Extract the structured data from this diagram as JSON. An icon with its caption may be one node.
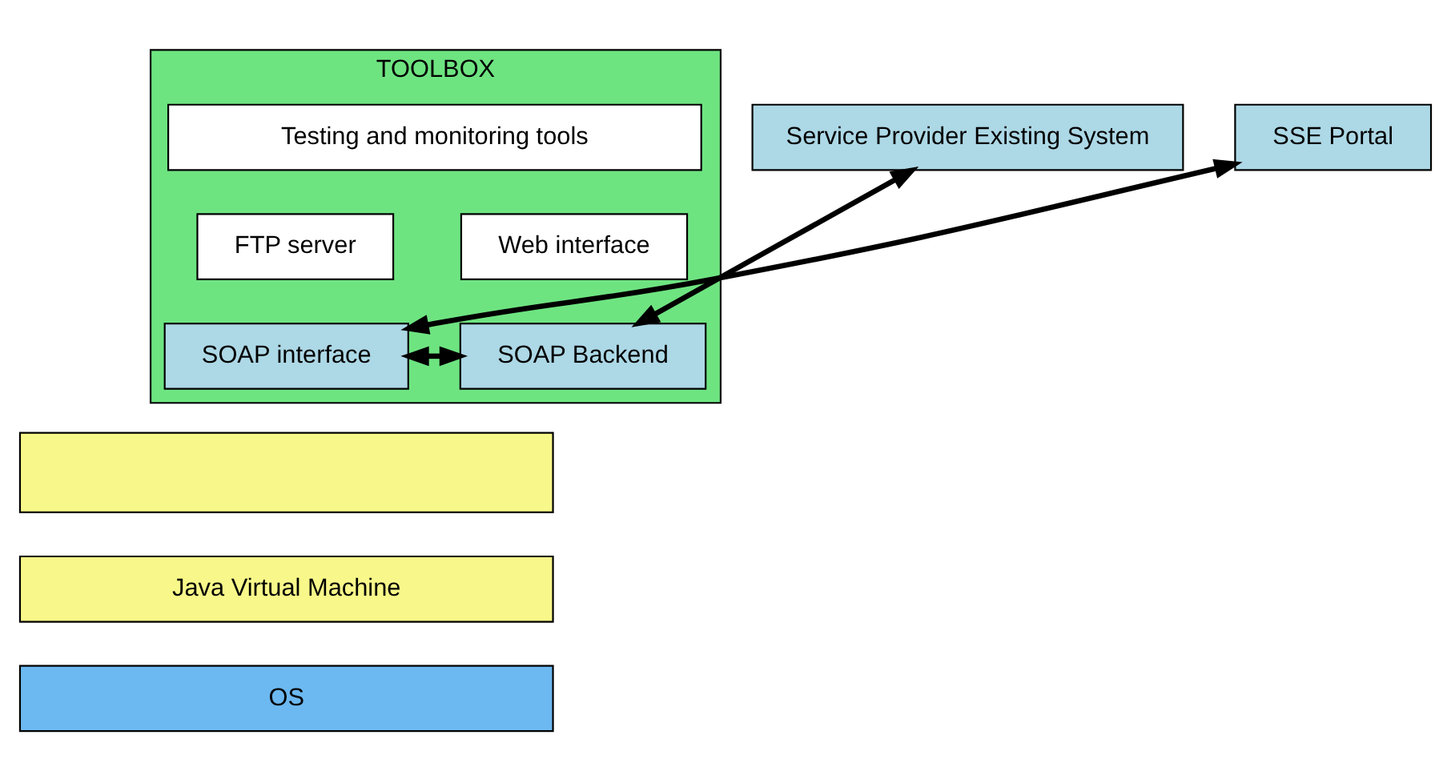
{
  "diagram": {
    "nodes": [
      {
        "text": [
          "TOOLBOX"
        ]
      },
      {
        "text": [
          "Testing and monitoring tools"
        ],
        "in": 0
      },
      {
        "text": [
          "FTP server"
        ],
        "in": 0
      },
      {
        "text": [
          "Web interface"
        ],
        "in": 0
      },
      {
        "text": [
          "SOAP interface"
        ],
        "in": 0
      },
      {
        "text": [
          "SOAP Backend"
        ],
        "in": 0
      },
      {
        "text": [
          "SSE Portal"
        ]
      },
      {
        "text": [],
        "shape": "bar"
      },
      {
        "text": [
          "Java Virtual Machine"
        ]
      },
      {
        "text": [
          "OS"
        ]
      },
      {
        "text": [
          "Service Provider Existing System"
        ]
      }
    ],
    "edges": [
      {
        "from": 6,
        "to": 4,
        "arrow": "both"
      },
      {
        "from": 4,
        "to": 5,
        "arrow": "both"
      },
      {
        "from": 5,
        "to": 10,
        "arrow": "both"
      }
    ]
  }
}
